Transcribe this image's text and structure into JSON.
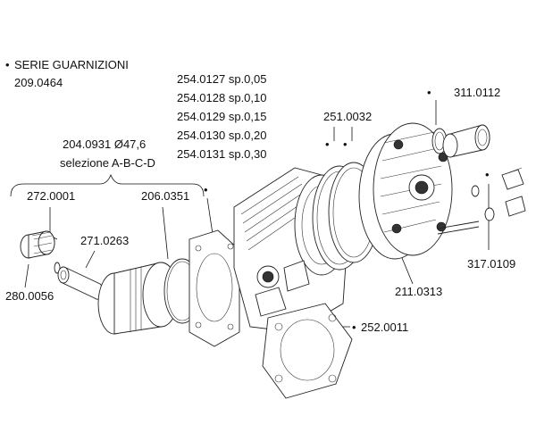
{
  "title": {
    "bullet": "•",
    "line1": "SERIE GUARNIZIONI",
    "line2": "209.0464"
  },
  "labels": {
    "cylinder_gaskets": [
      "254.0127 sp.0,05",
      "254.0128 sp.0,10",
      "254.0129 sp.0,15",
      "254.0130 sp.0,20",
      "254.0131 sp.0,30"
    ],
    "cylinder_kit": "204.0931 Ø47,6",
    "selection": "selezione A-B-C-D",
    "piston_pin": "272.0001",
    "piston_ring": "206.0351",
    "circlip": "271.0263",
    "needle_bearing": "280.0056",
    "head_gasket": "251.0032",
    "spark_plug_adapter": "311.0112",
    "head_nuts": "317.0109",
    "cylinder_head": "211.0313",
    "base_gasket": "252.0011"
  },
  "marker_glyph": "•"
}
